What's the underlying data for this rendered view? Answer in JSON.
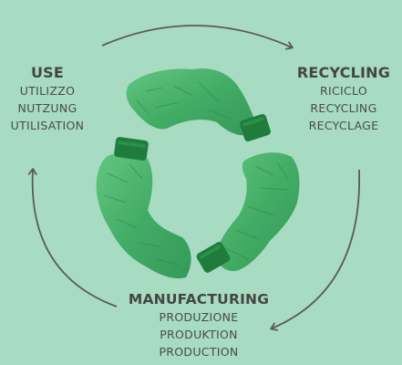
{
  "use": {
    "title": "USE",
    "lines": [
      "UTILIZZO",
      "NUTZUNG",
      "UTILISATION"
    ]
  },
  "recycling": {
    "title": "RECYCLING",
    "lines": [
      "RICICLO",
      "RECYCLING",
      "RECYCLAGE"
    ]
  },
  "manufacturing": {
    "title": "MANUFACTURING",
    "lines": [
      "PRODUZIONE",
      "PRODUKTION",
      "PRODUCTION"
    ]
  },
  "colors": {
    "background": "#a7dcc2",
    "arrow": "#5a5a5a",
    "text": "#4a4a4a",
    "bottle_body": "#3fae63",
    "bottle_dark": "#238a45",
    "bottle_cap": "#1f7c3c"
  },
  "icons": [
    "cycle-arrow-top-icon",
    "cycle-arrow-left-icon",
    "cycle-arrow-bottom-right-icon",
    "crushed-bottle-icon"
  ]
}
